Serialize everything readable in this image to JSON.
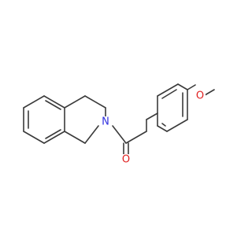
{
  "molecule": {
    "atoms": {
      "nitrogen": {
        "symbol": "N",
        "color": "#3030e0"
      },
      "carbonyl_oxygen": {
        "symbol": "O",
        "color": "#e02020"
      },
      "ether_oxygen": {
        "symbol": "O",
        "color": "#e02020"
      }
    },
    "bond_color": "#3a3a3a",
    "background": "#ffffff"
  }
}
